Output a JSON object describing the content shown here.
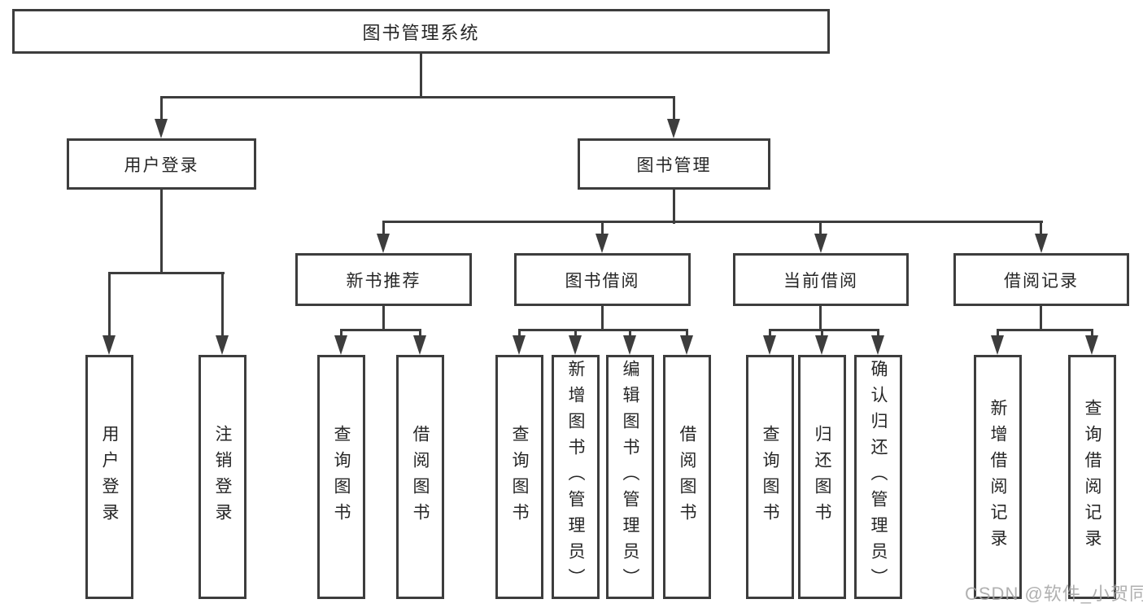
{
  "diagram": {
    "root": "图书管理系统",
    "level2": [
      {
        "label": "用户登录",
        "leaves": [
          "用户登录",
          "注销登录"
        ]
      },
      {
        "label": "图书管理",
        "groups": [
          {
            "label": "新书推荐",
            "leaves": [
              "查询图书",
              "借阅图书"
            ]
          },
          {
            "label": "图书借阅",
            "leaves": [
              "查询图书",
              "新增图书（管理员）",
              "编辑图书（管理员）",
              "借阅图书"
            ]
          },
          {
            "label": "当前借阅",
            "leaves": [
              "查询图书",
              "归还图书",
              "确认归还（管理员）"
            ]
          },
          {
            "label": "借阅记录",
            "leaves": [
              "新增借阅记录",
              "查询借阅记录"
            ]
          }
        ]
      }
    ]
  },
  "watermark": "CSDN @软件_小贺同学",
  "colors": {
    "line": "#3d3d3d",
    "text": "#262626",
    "watermark": "#a3a3a3",
    "background": "#ffffff"
  }
}
